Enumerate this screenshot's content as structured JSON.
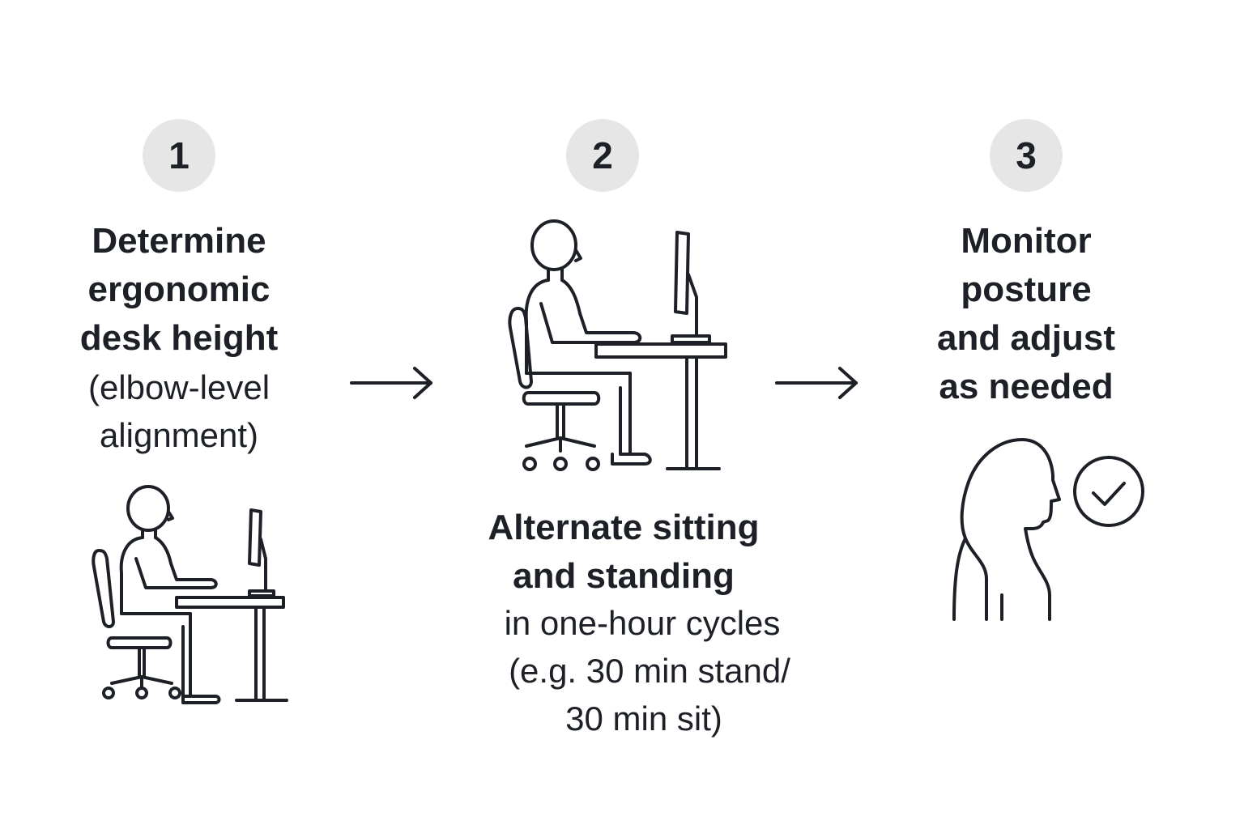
{
  "steps": [
    {
      "number": "1",
      "title_lines": [
        "Determine",
        "ergonomic",
        "desk height"
      ],
      "sub_lines": [
        "(elbow-level",
        "alignment)"
      ]
    },
    {
      "number": "2",
      "title_lines": [
        "Alternate sitting",
        "and standing"
      ],
      "sub_lines": [
        "in one-hour cycles",
        "(e.g. 30 min stand/",
        "30 min sit)"
      ]
    },
    {
      "number": "3",
      "title_lines": [
        "Monitor",
        "posture",
        "and adjust",
        "as needed"
      ],
      "sub_lines": []
    }
  ],
  "icons": {
    "step1": "seated-desk-icon",
    "step2": "seated-desk-icon",
    "step3": "head-profile-check-icon"
  },
  "colors": {
    "ink": "#1d2127",
    "badge": "#e6e6e6",
    "background": "#ffffff"
  }
}
